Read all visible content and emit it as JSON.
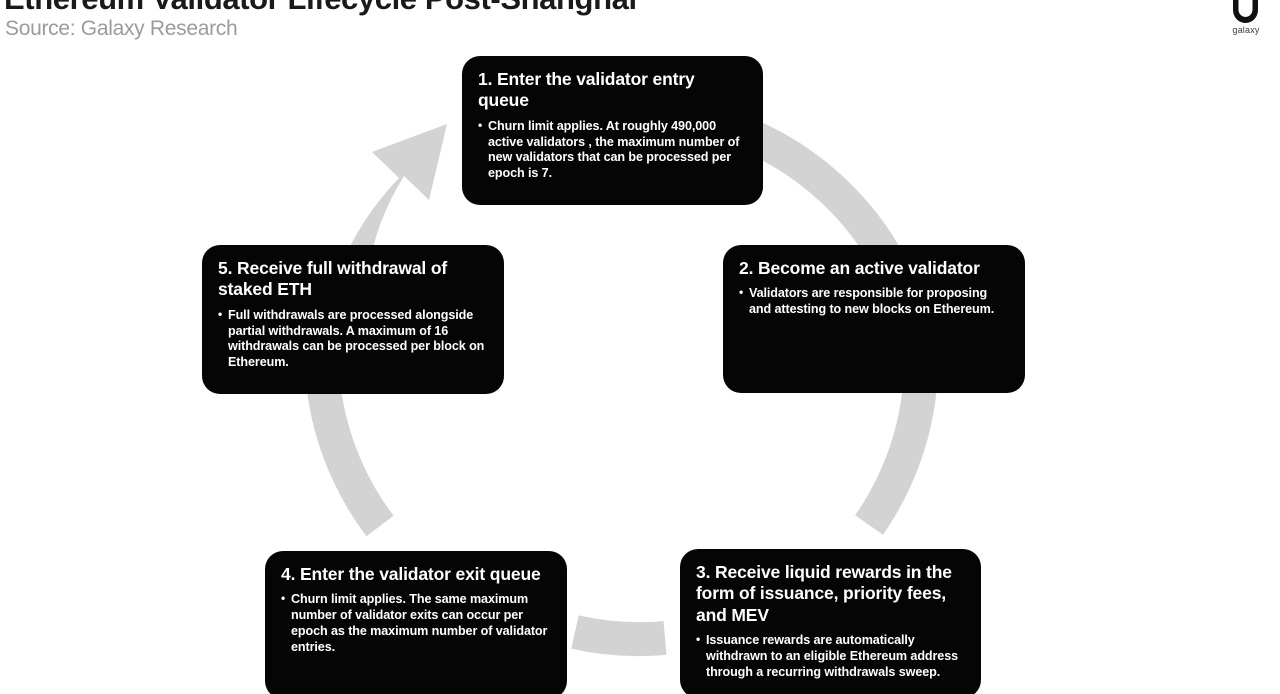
{
  "header": {
    "title": "Ethereum Validator Lifecycle Post-Shanghai",
    "subtitle": "Source: Galaxy Research"
  },
  "logo": {
    "name": "galaxy-logo",
    "text": "galaxy"
  },
  "colors": {
    "background": "#ffffff",
    "box_fill": "#050505",
    "box_text": "#ffffff",
    "ring": "#d3d3d3",
    "title": "#1a1a1a",
    "subtitle": "#9b9b9b"
  },
  "diagram": {
    "type": "cycle",
    "direction": "clockwise",
    "step_count": 5,
    "steps": [
      {
        "number": "1.",
        "title": "1. Enter the validator entry queue",
        "bullets": [
          "Churn limit applies. At roughly 490,000 active validators , the maximum number of new validators that can be processed per epoch is 7."
        ]
      },
      {
        "number": "2.",
        "title": "2. Become an active validator",
        "bullets": [
          "Validators are responsible for proposing and attesting to new blocks on Ethereum."
        ]
      },
      {
        "number": "3.",
        "title": "3. Receive liquid rewards in the form of issuance, priority fees, and MEV",
        "bullets": [
          "Issuance rewards are automatically withdrawn to an eligible Ethereum address through a recurring withdrawals sweep."
        ]
      },
      {
        "number": "4.",
        "title": "4. Enter the validator exit queue",
        "bullets": [
          "Churn limit applies. The same maximum number of validator exits can occur per epoch as the maximum number of validator entries."
        ]
      },
      {
        "number": "5.",
        "title": "5. Receive full withdrawal of staked ETH",
        "bullets": [
          "Full withdrawals are processed alongside partial withdrawals. A maximum of 16 withdrawals can be processed per block on Ethereum."
        ]
      }
    ]
  }
}
